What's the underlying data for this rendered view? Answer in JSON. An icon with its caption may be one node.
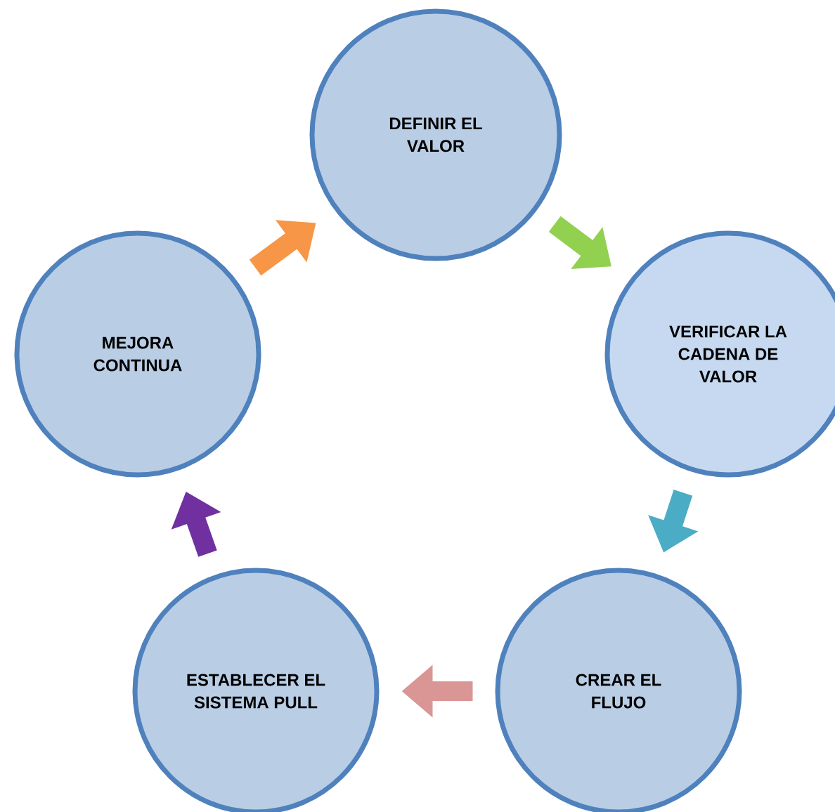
{
  "diagram": {
    "nodes": [
      {
        "text": [
          "DEFINIR EL VALOR"
        ]
      },
      {
        "text": [
          "VERIFICAR LA CADENA DE VALOR"
        ]
      },
      {
        "text": [
          "CREAR EL FLUJO"
        ]
      },
      {
        "text": [
          "ESTABLECER EL SISTEMA PULL"
        ]
      },
      {
        "text": [
          "MEJORA CONTINUA"
        ]
      }
    ],
    "edges": [
      {
        "from": 0,
        "to": 1,
        "arrow": "to",
        "color": "#92d050"
      },
      {
        "from": 1,
        "to": 2,
        "arrow": "to",
        "color": "#4bacc6"
      },
      {
        "from": 2,
        "to": 3,
        "arrow": "to",
        "color": "#d99694"
      },
      {
        "from": 3,
        "to": 4,
        "arrow": "to",
        "color": "#7030a0"
      },
      {
        "from": 4,
        "to": 0,
        "arrow": "to",
        "color": "#f79646"
      }
    ]
  }
}
